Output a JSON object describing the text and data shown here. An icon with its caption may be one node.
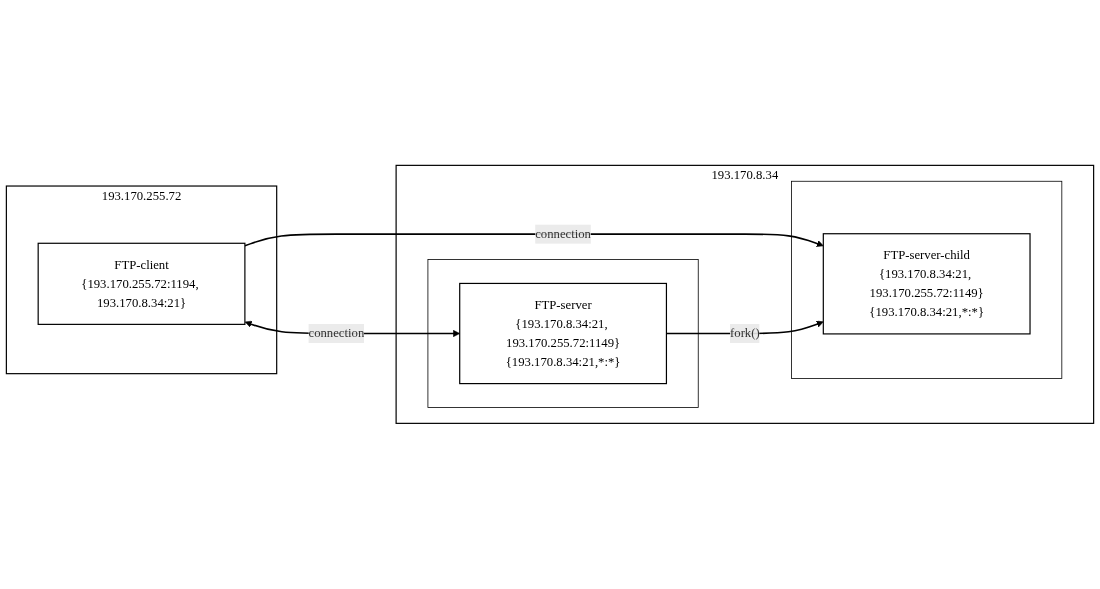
{
  "diagram": {
    "nodes": [
      {
        "text": [
          "193.170.255.72"
        ]
      },
      {
        "text": [
          "FTP-client",
          "{193.170.255.72:1194, 193.170.8.34:21}"
        ],
        "in": 0
      },
      {
        "text": [
          "193.170.8.34"
        ]
      },
      {
        "text": [],
        "shape": "box",
        "in": 2
      },
      {
        "text": [
          "FTP-server",
          "{193.170.8.34:21, 193.170.255.72:1149}",
          "{193.170.8.34:21,*:*}"
        ],
        "in": 3
      },
      {
        "text": [],
        "shape": "box",
        "in": 2
      },
      {
        "text": [
          "FTP-server-child",
          "{193.170.8.34:21, 193.170.255.72:1149}",
          "{193.170.8.34:21,*:*}"
        ],
        "in": 5
      }
    ],
    "edges": [
      {
        "from": 1,
        "to": 4,
        "arrow": "both",
        "label": "connection"
      },
      {
        "from": 1,
        "to": 6,
        "arrow": "to",
        "label": "connection"
      },
      {
        "from": 4,
        "to": 6,
        "arrow": "to",
        "label": "fork()"
      }
    ]
  }
}
